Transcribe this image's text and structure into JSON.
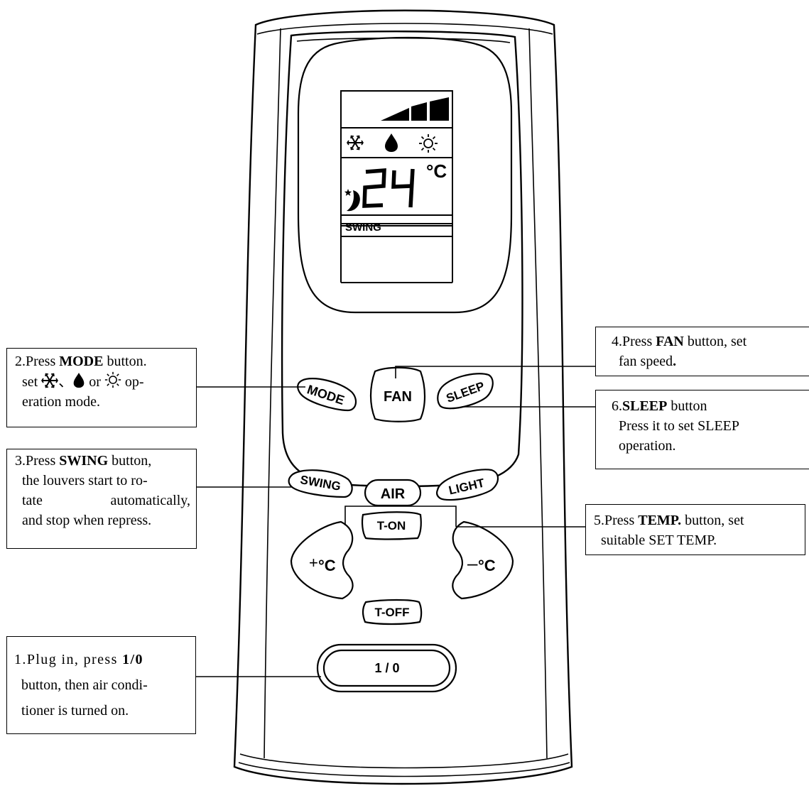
{
  "display": {
    "temperature": "24",
    "unit": "°C",
    "swing_label": "SWING"
  },
  "buttons": {
    "mode": "MODE",
    "fan": "FAN",
    "sleep": "SLEEP",
    "swing": "SWING",
    "air": "AIR",
    "light": "LIGHT",
    "t_on": "T-ON",
    "t_off": "T-OFF",
    "temp_up_sign": "+",
    "temp_down_sign": "–",
    "temp_unit": "°C",
    "power": "1 / 0"
  },
  "callouts": {
    "c1": {
      "num": "1.",
      "l1_pre": "Plug in, press ",
      "l1_bold": "1/0",
      "l2": "button, then air condi-",
      "l3": "tioner is turned on."
    },
    "c2": {
      "num": "2.",
      "l1_pre": "Press ",
      "l1_bold": "MODE",
      "l1_post": " button.",
      "l2_pre": "set ",
      "l2_sep": "、",
      "l2_or": " or ",
      "l2_post": " op-",
      "l3": "eration mode."
    },
    "c3": {
      "num": "3.",
      "l1_pre": "Press ",
      "l1_bold": "SWING",
      "l1_post": " button,",
      "l2": "the louvers start to ro-",
      "l3": "tate automatically,",
      "l4": "and stop when repress."
    },
    "c4": {
      "num": "4.",
      "l1_pre": "Press ",
      "l1_bold": "FAN",
      "l1_post": " button, set",
      "l2_pre": "fan speed",
      "l2_bold": "."
    },
    "c5": {
      "num": "5.",
      "l1_pre": "Press ",
      "l1_bold": "TEMP.",
      "l1_post": " button, set",
      "l2": "suitable SET TEMP."
    },
    "c6": {
      "num": "6.",
      "l1_bold": "SLEEP",
      "l1_post": " button",
      "l2": "Press it to set SLEEP",
      "l3": "operation."
    }
  },
  "icons": [
    "snowflake-icon",
    "water-drop-icon",
    "sun-icon",
    "moon-star-icon",
    "fan-speed-bars-icon"
  ]
}
